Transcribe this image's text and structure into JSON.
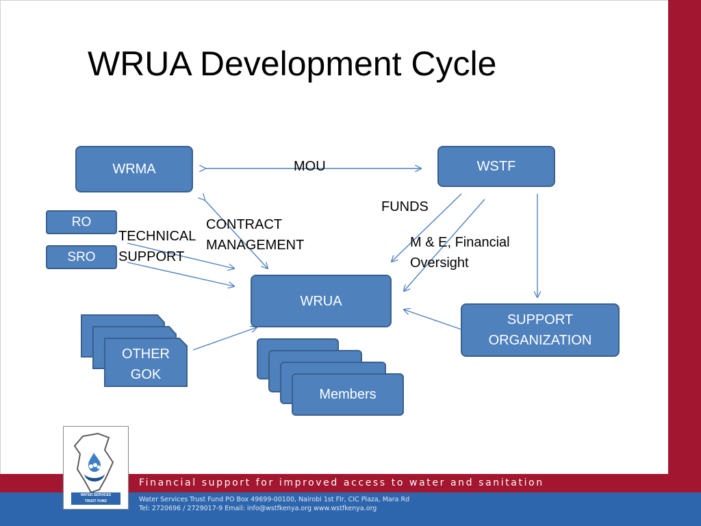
{
  "slide": {
    "title": "WRUA Development Cycle"
  },
  "nodes": {
    "wrma": "WRMA",
    "wstf": "WSTF",
    "ro": "RO",
    "sro": "SRO",
    "wrua": "WRUA",
    "support_org_line1": "SUPPORT",
    "support_org_line2": "ORGANIZATION",
    "other_gok_line1": "OTHER",
    "other_gok_line2": "GOK",
    "members": "Members"
  },
  "labels": {
    "mou": "MOU",
    "funds": "FUNDS",
    "technical_line1": "TECHNICAL",
    "technical_line2": "SUPPORT",
    "contract_line1": "CONTRACT",
    "contract_line2": "MANAGEMENT",
    "me_line1": "M & E, Financial",
    "me_line2": "Oversight"
  },
  "footer": {
    "tagline": "Financial support for improved access to water and sanitation",
    "contact_line1": "Water Services Trust Fund    PO Box 49699-00100, Nairobi    1st Flr, CIC Plaza, Mara Rd",
    "contact_line2": "Tel: 2720696 / 2729017-9    Email: info@wstfkenya.org    www.wstfkenya.org"
  },
  "logo": {
    "caption_line1": "WATER SERVICES",
    "caption_line2": "TRUST FUND"
  },
  "colors": {
    "box_fill": "#4f81bd",
    "box_border": "#3a5f8c",
    "arrow": "#4f81bd",
    "accent_red": "#a3162f",
    "footer_blue": "#2e66ad"
  }
}
